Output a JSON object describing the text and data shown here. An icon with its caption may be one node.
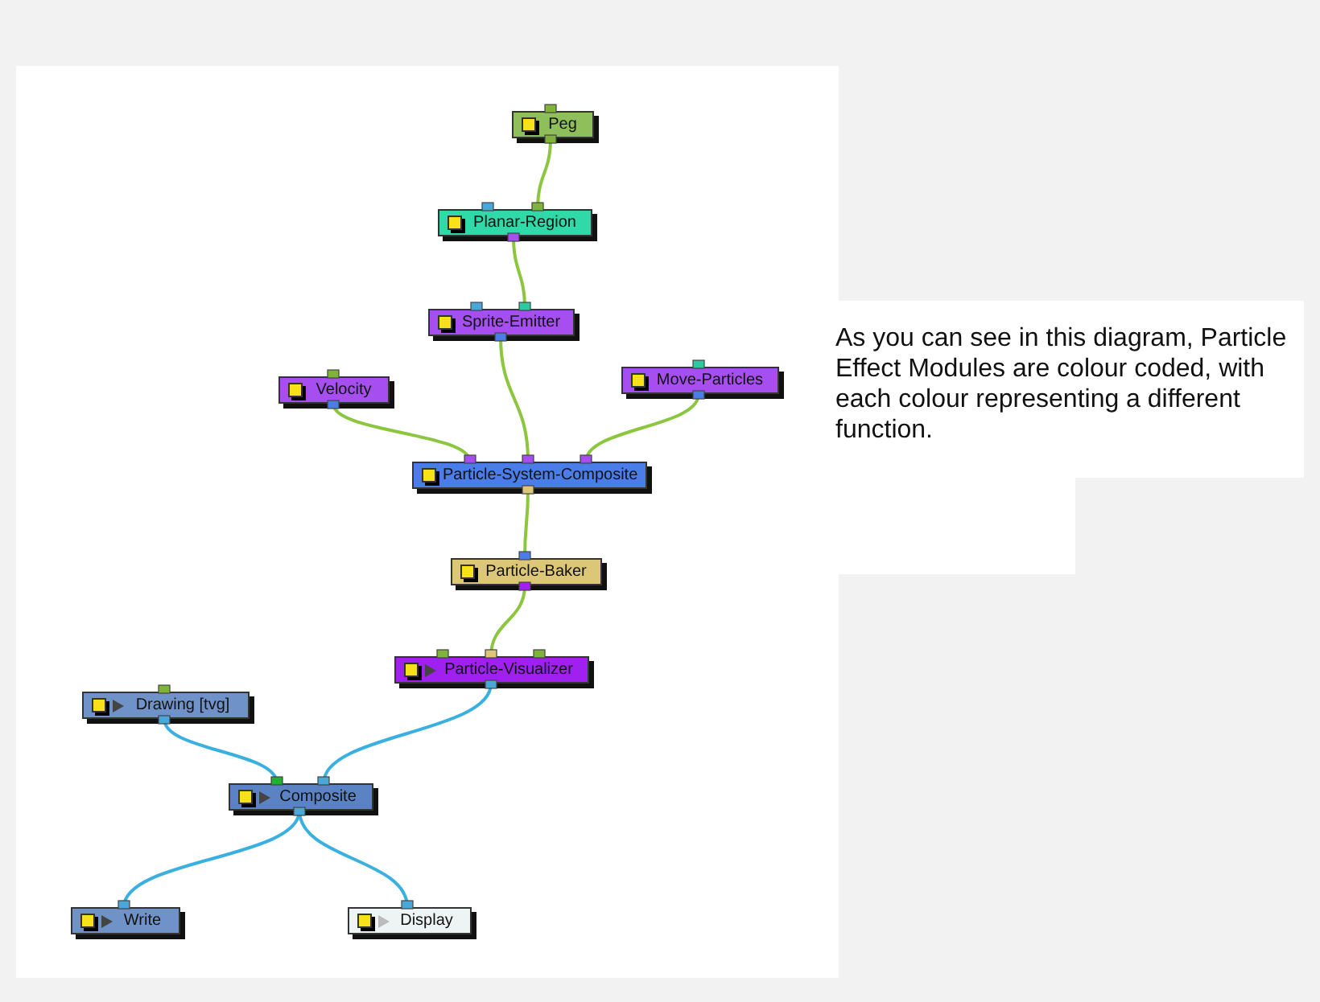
{
  "diagram": {
    "nodes": [
      {
        "text": [
          "Peg"
        ]
      },
      {
        "text": [
          "Planar-Region"
        ]
      },
      {
        "text": [
          "Sprite-Emitter"
        ]
      },
      {
        "text": [
          "Velocity"
        ]
      },
      {
        "text": [
          "Move-Particles"
        ]
      },
      {
        "text": [
          "Particle-System-Composite"
        ]
      },
      {
        "text": [
          "Particle-Baker"
        ]
      },
      {
        "text": [
          "Particle-Visualizer"
        ]
      },
      {
        "text": [
          "Drawing [tvg]"
        ]
      },
      {
        "text": [
          "Composite"
        ]
      },
      {
        "text": [
          "Write"
        ]
      },
      {
        "text": [
          "Display"
        ]
      }
    ],
    "edges": [
      {
        "from": 0,
        "to": 1,
        "arrow": "none"
      },
      {
        "from": 1,
        "to": 2,
        "arrow": "none"
      },
      {
        "from": 2,
        "to": 5,
        "arrow": "none"
      },
      {
        "from": 3,
        "to": 5,
        "arrow": "none"
      },
      {
        "from": 4,
        "to": 5,
        "arrow": "none"
      },
      {
        "from": 5,
        "to": 6,
        "arrow": "none"
      },
      {
        "from": 6,
        "to": 7,
        "arrow": "none"
      },
      {
        "from": 8,
        "to": 9,
        "arrow": "none",
        "color": "#3ab0e0"
      },
      {
        "from": 7,
        "to": 9,
        "arrow": "none",
        "color": "#3ab0e0"
      },
      {
        "from": 9,
        "to": 10,
        "arrow": "none",
        "color": "#3ab0e0"
      },
      {
        "from": 9,
        "to": 11,
        "arrow": "none",
        "color": "#3ab0e0"
      }
    ],
    "labels": [
      "As you can see in this diagram, Particle Effect Modules are colour coded, with each colour representing a different function."
    ]
  }
}
